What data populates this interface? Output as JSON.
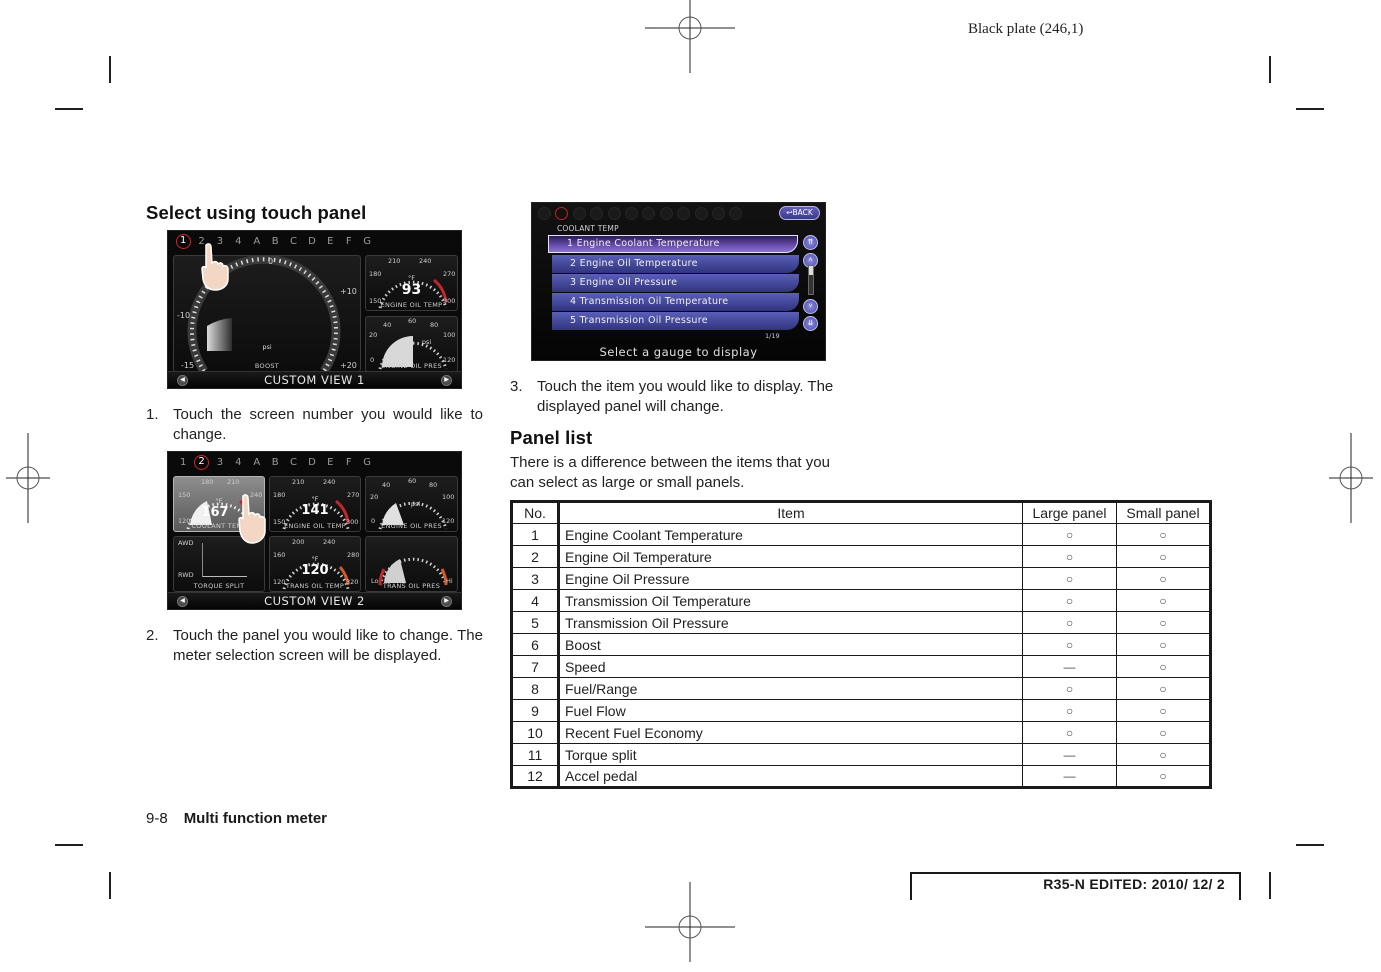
{
  "header": {
    "plate": "Black plate (246,1)"
  },
  "left_column": {
    "section_title": "Select using touch panel",
    "screen1": {
      "tabs": [
        "1",
        "2",
        "3",
        "4",
        "A",
        "B",
        "C",
        "D",
        "E",
        "F",
        "G"
      ],
      "selected_tab": "1",
      "title": "CUSTOM VIEW 1",
      "boost_gauge": {
        "label": "BOOST",
        "unit": "psi",
        "ticks": [
          "-15",
          "-10",
          "0",
          "+10",
          "+20"
        ]
      },
      "oil_temp_gauge": {
        "label": "ENGINE OIL TEMP",
        "unit": "°F",
        "value": "93",
        "ticks": [
          "150",
          "180",
          "210",
          "240",
          "270",
          "300"
        ]
      },
      "oil_pres_gauge": {
        "label": "ENGINE OIL PRES",
        "unit": "psi",
        "ticks": [
          "0",
          "20",
          "40",
          "60",
          "80",
          "100",
          "120"
        ]
      },
      "nav_prev": "◀",
      "nav_next": "▶"
    },
    "step1": {
      "num": "1.",
      "text": "Touch the screen number you would like to change."
    },
    "screen2": {
      "tabs": [
        "1",
        "2",
        "3",
        "4",
        "A",
        "B",
        "C",
        "D",
        "E",
        "F",
        "G"
      ],
      "selected_tab": "2",
      "title": "CUSTOM VIEW 2",
      "panels": [
        {
          "label": "COOLANT TEMP",
          "unit": "°F",
          "value": "167",
          "ticks": [
            "120",
            "150",
            "180",
            "210",
            "240"
          ]
        },
        {
          "label": "ENGINE OIL TEMP",
          "unit": "°F",
          "value": "141",
          "ticks": [
            "150",
            "180",
            "210",
            "240",
            "270",
            "300"
          ]
        },
        {
          "label": "ENGINE OIL PRES",
          "unit": "psi",
          "value": "",
          "ticks": [
            "0",
            "20",
            "40",
            "60",
            "80",
            "100",
            "120"
          ]
        },
        {
          "label": "TORQUE SPLIT",
          "unit": "",
          "value": "",
          "ticks": [
            "AWD",
            "RWD"
          ]
        },
        {
          "label": "TRANS OIL TEMP",
          "unit": "°F",
          "value": "120",
          "ticks": [
            "120",
            "160",
            "200",
            "240",
            "280",
            "320"
          ]
        },
        {
          "label": "TRANS OIL PRES",
          "unit": "",
          "value": "",
          "ticks": [
            "Lo",
            "Hi"
          ]
        }
      ],
      "nav_prev": "◀",
      "nav_next": "▶"
    },
    "step2": {
      "num": "2.",
      "text": "Touch the panel you would like to change. The meter selection screen will be displayed."
    }
  },
  "right_column": {
    "selection_screen": {
      "back_label": "BACK",
      "category": "COOLANT TEMP",
      "items": [
        "1 Engine Coolant Temperature",
        "2 Engine Oil Temperature",
        "3 Engine Oil Pressure",
        "4 Transmission Oil Temperature",
        "5 Transmission Oil Pressure"
      ],
      "active_index": 0,
      "pager": "1/19",
      "prompt": "Select a gauge to display"
    },
    "step3": {
      "num": "3.",
      "text": "Touch the item you would like to display. The displayed panel will change."
    },
    "panel_list": {
      "title": "Panel list",
      "intro": "There is a difference between the items that you can select as large or small panels.",
      "columns": [
        "No.",
        "Item",
        "Large panel",
        "Small panel"
      ],
      "rows": [
        {
          "no": "1",
          "item": "Engine Coolant Temperature",
          "large": "○",
          "small": "○"
        },
        {
          "no": "2",
          "item": "Engine Oil Temperature",
          "large": "○",
          "small": "○"
        },
        {
          "no": "3",
          "item": "Engine Oil Pressure",
          "large": "○",
          "small": "○"
        },
        {
          "no": "4",
          "item": "Transmission Oil Temperature",
          "large": "○",
          "small": "○"
        },
        {
          "no": "5",
          "item": "Transmission Oil Pressure",
          "large": "○",
          "small": "○"
        },
        {
          "no": "6",
          "item": "Boost",
          "large": "○",
          "small": "○"
        },
        {
          "no": "7",
          "item": "Speed",
          "large": "—",
          "small": "○"
        },
        {
          "no": "8",
          "item": "Fuel/Range",
          "large": "○",
          "small": "○"
        },
        {
          "no": "9",
          "item": "Fuel Flow",
          "large": "○",
          "small": "○"
        },
        {
          "no": "10",
          "item": "Recent Fuel Economy",
          "large": "○",
          "small": "○"
        },
        {
          "no": "11",
          "item": "Torque split",
          "large": "—",
          "small": "○"
        },
        {
          "no": "12",
          "item": "Accel pedal",
          "large": "—",
          "small": "○"
        }
      ]
    }
  },
  "footer": {
    "page_number": "9-8",
    "chapter": "Multi function meter",
    "stamp": "R35-N EDITED:  2010/ 12/ 2"
  },
  "colors": {
    "accent_red": "#d2232a",
    "list_blue": "#3f43a0",
    "list_active": "#7a62c0"
  }
}
